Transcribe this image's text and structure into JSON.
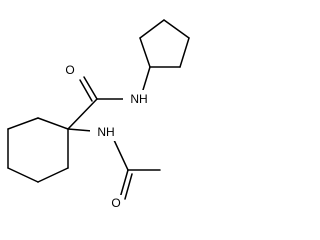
{
  "molecule": {
    "atoms": {
      "o_amide": "O",
      "n_amide": "NH",
      "n_acetamide": "NH",
      "o_acetyl": "O"
    }
  }
}
